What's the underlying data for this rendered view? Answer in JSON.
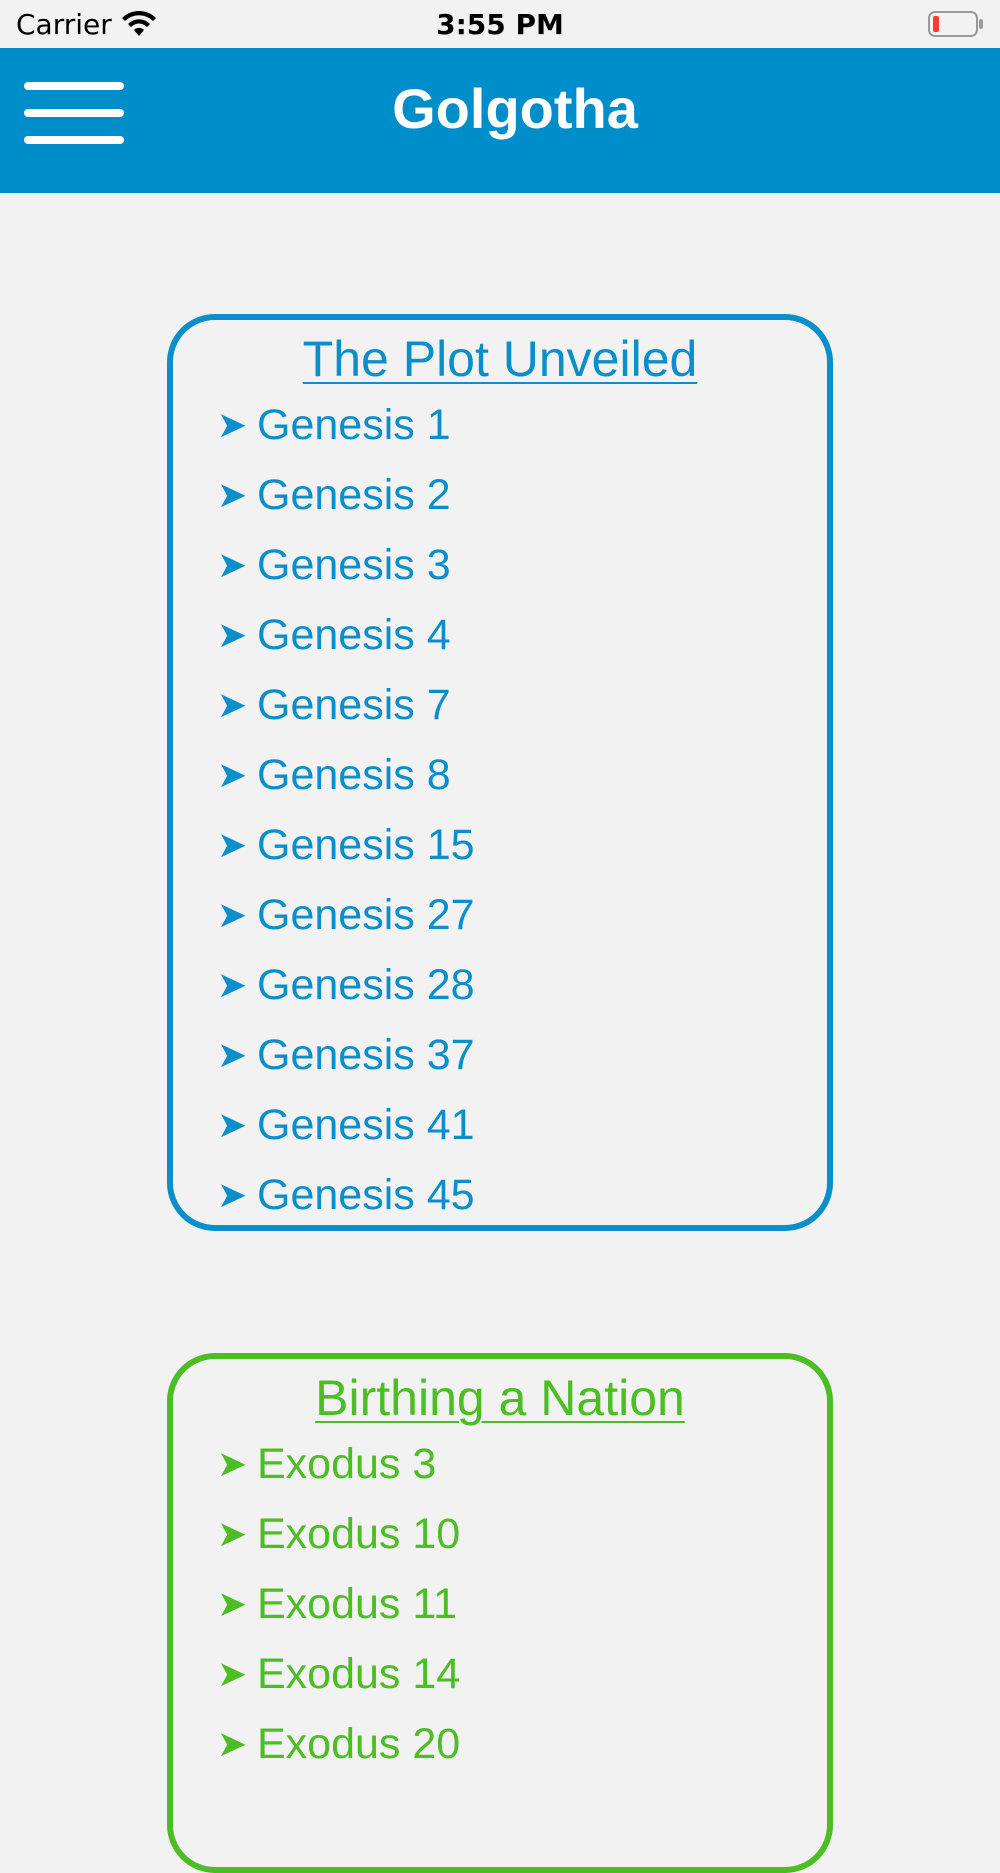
{
  "status_bar": {
    "carrier": "Carrier",
    "time": "3:55 PM"
  },
  "nav": {
    "title": "Golgotha",
    "menu_icon": "hamburger-menu-icon"
  },
  "colors": {
    "nav_background": "#008ecb",
    "section_blue": "#0a8fcb",
    "section_green": "#4cbd23",
    "page_background": "#f2f2f2"
  },
  "sections": [
    {
      "title": "The Plot Unveiled",
      "bullet": "➤",
      "items": [
        "Genesis 1",
        "Genesis 2",
        "Genesis 3",
        "Genesis 4",
        "Genesis 7",
        "Genesis 8",
        "Genesis 15",
        "Genesis 27",
        "Genesis 28",
        "Genesis 37",
        "Genesis 41",
        "Genesis 45"
      ]
    },
    {
      "title": "Birthing a Nation",
      "bullet": "➤",
      "items": [
        "Exodus 3",
        "Exodus 10",
        "Exodus 11",
        "Exodus 14",
        "Exodus 20"
      ]
    }
  ]
}
